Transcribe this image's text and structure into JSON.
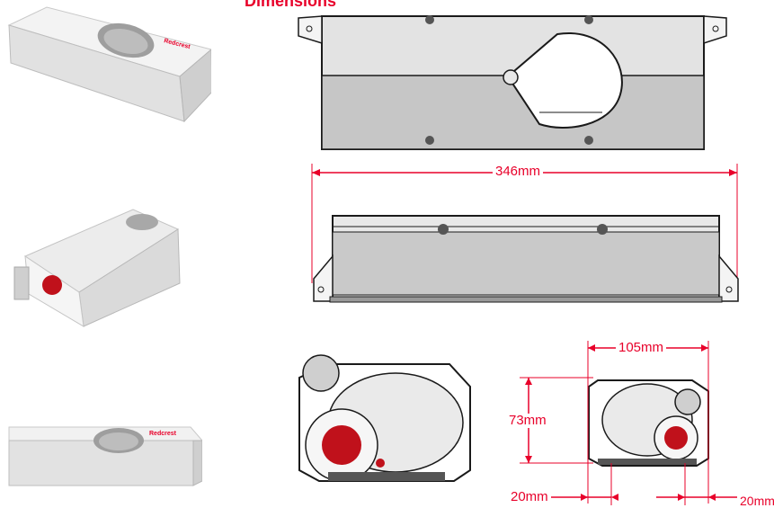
{
  "title": "Dimensions",
  "brand": "Redcrest",
  "dimensions": {
    "length": "346mm",
    "width": "105mm",
    "height": "73mm",
    "left_offset": "20mm",
    "right_offset": "20mm"
  },
  "colors": {
    "accent": "#e8002a",
    "housing": "#d4d4d4",
    "outline": "#1a1a1a"
  }
}
